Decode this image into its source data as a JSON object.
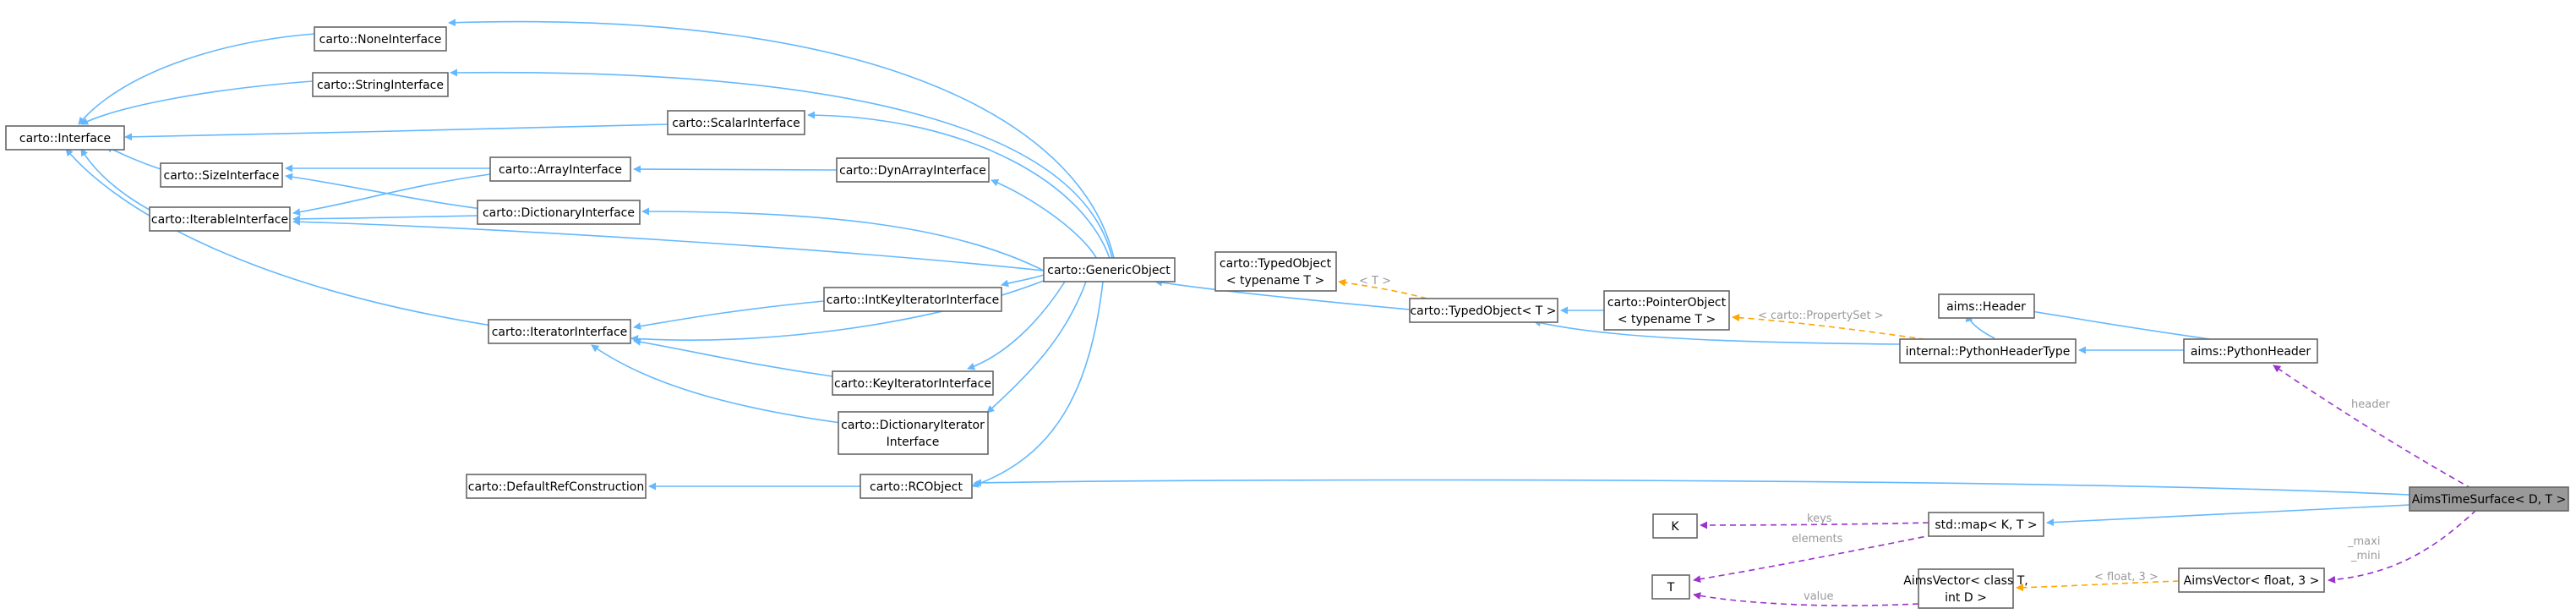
{
  "colors": {
    "inheritance": "#63b8ff",
    "template": "#ffa500",
    "usage": "#9a32cd",
    "edge_label": "#9a9a9a",
    "node_border": "#666666",
    "highlight_fill": "#999999"
  },
  "nodes": {
    "none_interface": [
      "carto::NoneInterface"
    ],
    "string_interface": [
      "carto::StringInterface"
    ],
    "interface": [
      "carto::Interface"
    ],
    "scalar_interface": [
      "carto::ScalarInterface"
    ],
    "size_interface": [
      "carto::SizeInterface"
    ],
    "array_interface": [
      "carto::ArrayInterface"
    ],
    "dyn_array_interface": [
      "carto::DynArrayInterface"
    ],
    "iterable_interface": [
      "carto::IterableInterface"
    ],
    "dictionary_interface": [
      "carto::DictionaryInterface"
    ],
    "generic_object": [
      "carto::GenericObject"
    ],
    "typed_object_template": [
      "carto::TypedObject",
      "< typename T >"
    ],
    "int_key_iterator_interface": [
      "carto::IntKeyIteratorInterface"
    ],
    "typed_object_t": [
      "carto::TypedObject< T >"
    ],
    "pointer_object_template": [
      "carto::PointerObject",
      "< typename T >"
    ],
    "aims_header": [
      "aims::Header"
    ],
    "iterator_interface": [
      "carto::IteratorInterface"
    ],
    "python_header_type": [
      "internal::PythonHeaderType"
    ],
    "python_header": [
      "aims::PythonHeader"
    ],
    "key_iterator_interface": [
      "carto::KeyIteratorInterface"
    ],
    "dictionary_iterator_interface": [
      "carto::DictionaryIterator",
      "Interface"
    ],
    "default_ref_construction": [
      "carto::DefaultRefConstruction"
    ],
    "rc_object": [
      "carto::RCObject"
    ],
    "aims_time_surface": [
      "AimsTimeSurface< D, T >"
    ],
    "k": [
      "K"
    ],
    "std_map": [
      "std::map< K, T >"
    ],
    "t": [
      "T"
    ],
    "aims_vector_template": [
      "AimsVector< class T,",
      "int D >"
    ],
    "aims_vector_float3": [
      "AimsVector< float, 3 >"
    ]
  },
  "edge_labels": {
    "typed_object_spec": "< T >",
    "pointer_object_spec": "< carto::PropertySet >",
    "header": "header",
    "keys": "keys",
    "elements": "elements",
    "value": "value",
    "maxi_mini": [
      "_maxi",
      "_mini"
    ],
    "float3_spec": "< float, 3 >"
  }
}
